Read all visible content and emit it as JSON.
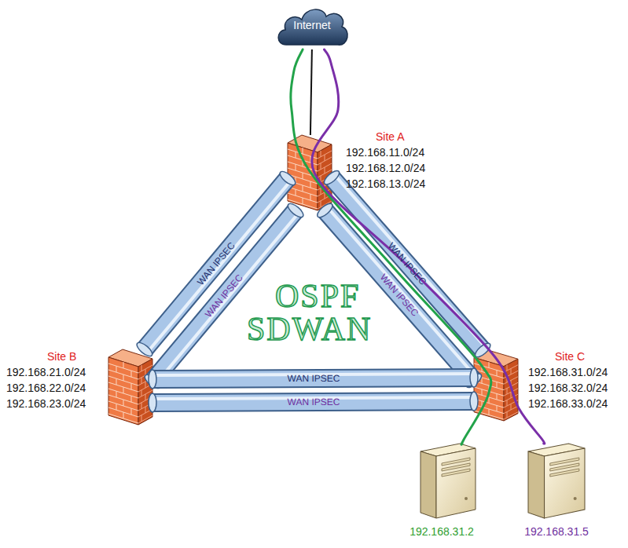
{
  "diagram": {
    "nodes": [
      {
        "text": [
          "Internet"
        ]
      },
      {
        "text": [
          "Site A",
          "192.168.11.0/24",
          "192.168.12.0/24",
          "192.168.13.0/24"
        ]
      },
      {
        "text": [
          "Site B",
          "192.168.21.0/24",
          "192.168.22.0/24",
          "192.168.23.0/24"
        ]
      },
      {
        "text": [
          "Site C",
          "192.168.31.0/24",
          "192.168.32.0/24",
          "192.168.33.0/24"
        ]
      },
      {
        "text": [
          "192.168.31.2"
        ]
      },
      {
        "text": [
          "192.168.31.5"
        ]
      }
    ],
    "edges": [
      {
        "from": 1,
        "to": 2,
        "label": "WAN IPSEC",
        "arrow": "none"
      },
      {
        "from": 1,
        "to": 2,
        "label": "WAN IPSEC",
        "arrow": "none"
      },
      {
        "from": 1,
        "to": 3,
        "label": "WAN IPSEC",
        "arrow": "none"
      },
      {
        "from": 1,
        "to": 3,
        "label": "WAN IPSEC",
        "arrow": "none"
      },
      {
        "from": 2,
        "to": 3,
        "label": "WAN IPSEC",
        "arrow": "none"
      },
      {
        "from": 2,
        "to": 3,
        "label": "WAN IPSEC",
        "arrow": "none"
      },
      {
        "from": 0,
        "to": 1,
        "arrow": "none"
      },
      {
        "from": 0,
        "to": 4,
        "arrow": "none"
      },
      {
        "from": 0,
        "to": 5,
        "arrow": "none"
      }
    ],
    "labels": [
      "OSPF",
      "SDWAN"
    ]
  }
}
